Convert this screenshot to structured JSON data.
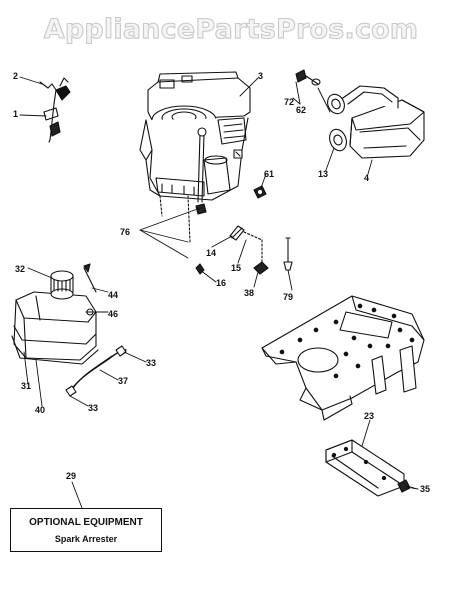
{
  "watermark": "AppliancePartsPros.com",
  "callouts": {
    "c1": "1",
    "c2": "2",
    "c3": "3",
    "c4": "4",
    "c13": "13",
    "c14": "14",
    "c15": "15",
    "c16": "16",
    "c23": "23",
    "c29": "29",
    "c31": "31",
    "c32": "32",
    "c33a": "33",
    "c33b": "33",
    "c35": "35",
    "c37": "37",
    "c38": "38",
    "c40": "40",
    "c44": "44",
    "c46": "46",
    "c61": "61",
    "c62": "62",
    "c72": "72",
    "c76": "76",
    "c79": "79"
  },
  "optional_box": {
    "title": "OPTIONAL EQUIPMENT",
    "subtitle": "Spark Arrester"
  }
}
